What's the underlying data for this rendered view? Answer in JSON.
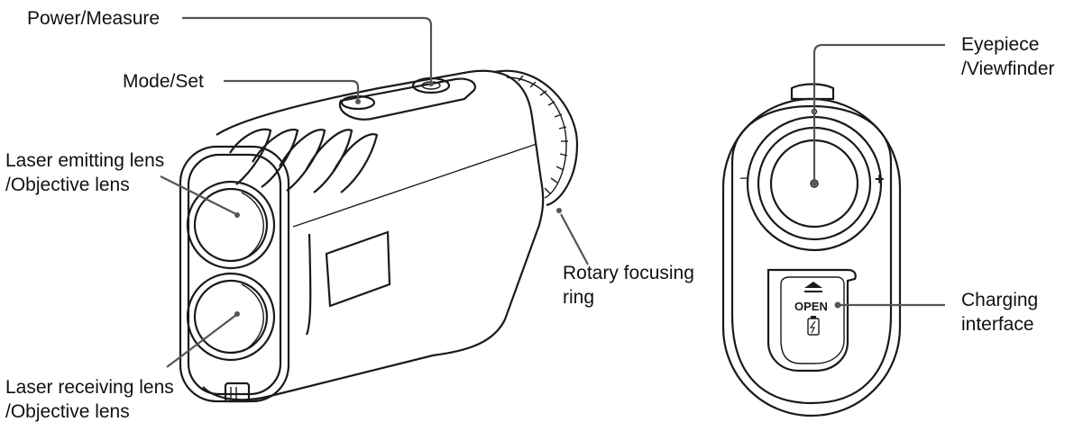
{
  "labels": {
    "power_measure": "Power/Measure",
    "mode_set": "Mode/Set",
    "laser_emitting": [
      "Laser emitting lens",
      "/Objective lens"
    ],
    "laser_receiving": [
      "Laser receiving lens",
      "/Objective lens"
    ],
    "rotary_focusing": [
      "Rotary focusing",
      "ring"
    ],
    "eyepiece": [
      "Eyepiece",
      "/Viewfinder"
    ],
    "charging": [
      "Charging",
      "interface"
    ]
  },
  "device_markings": {
    "open_text": "OPEN",
    "minus_sign": "−",
    "plus_sign": "+"
  },
  "colors": {
    "line": "#1a1a1a",
    "leader": "#555555",
    "text": "#111111",
    "background": "#ffffff"
  }
}
